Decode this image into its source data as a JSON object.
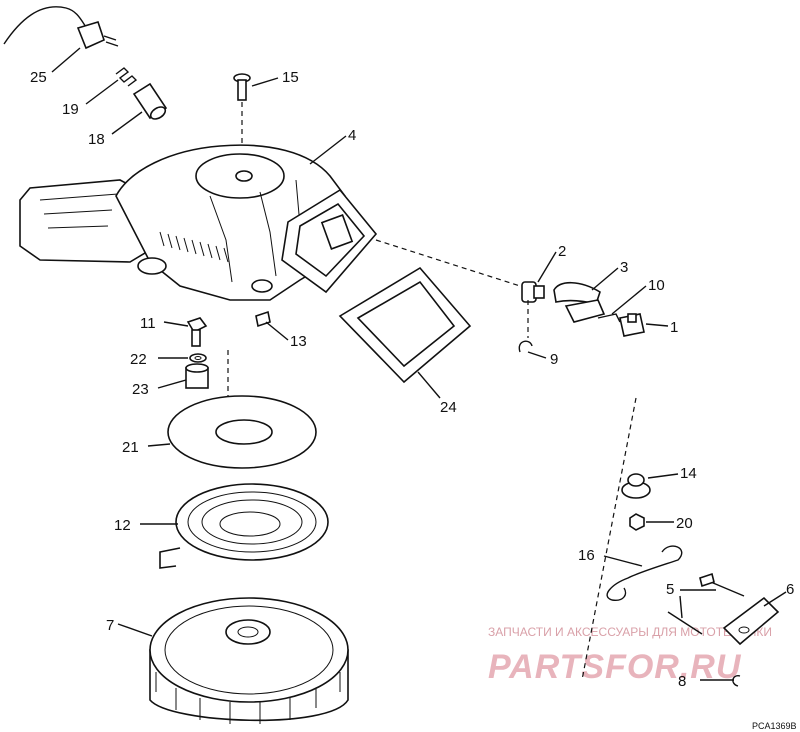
{
  "callouts": {
    "c1": "1",
    "c2": "2",
    "c3": "3",
    "c4": "4",
    "c5": "5",
    "c6": "6",
    "c7": "7",
    "c8": "8",
    "c9": "9",
    "c10": "10",
    "c11": "11",
    "c12": "12",
    "c13": "13",
    "c14": "14",
    "c15": "15",
    "c16": "16",
    "c18": "18",
    "c19": "19",
    "c20": "20",
    "c21": "21",
    "c22": "22",
    "c23": "23",
    "c24": "24",
    "c25": "25"
  },
  "watermark": {
    "line1": "ЗАПЧАСТИ И АКСЕССУАРЫ ДЛЯ МОТОТЕХНИКИ",
    "line2": "PARTSFOR.RU"
  },
  "drawing_code": "PCA1369B"
}
